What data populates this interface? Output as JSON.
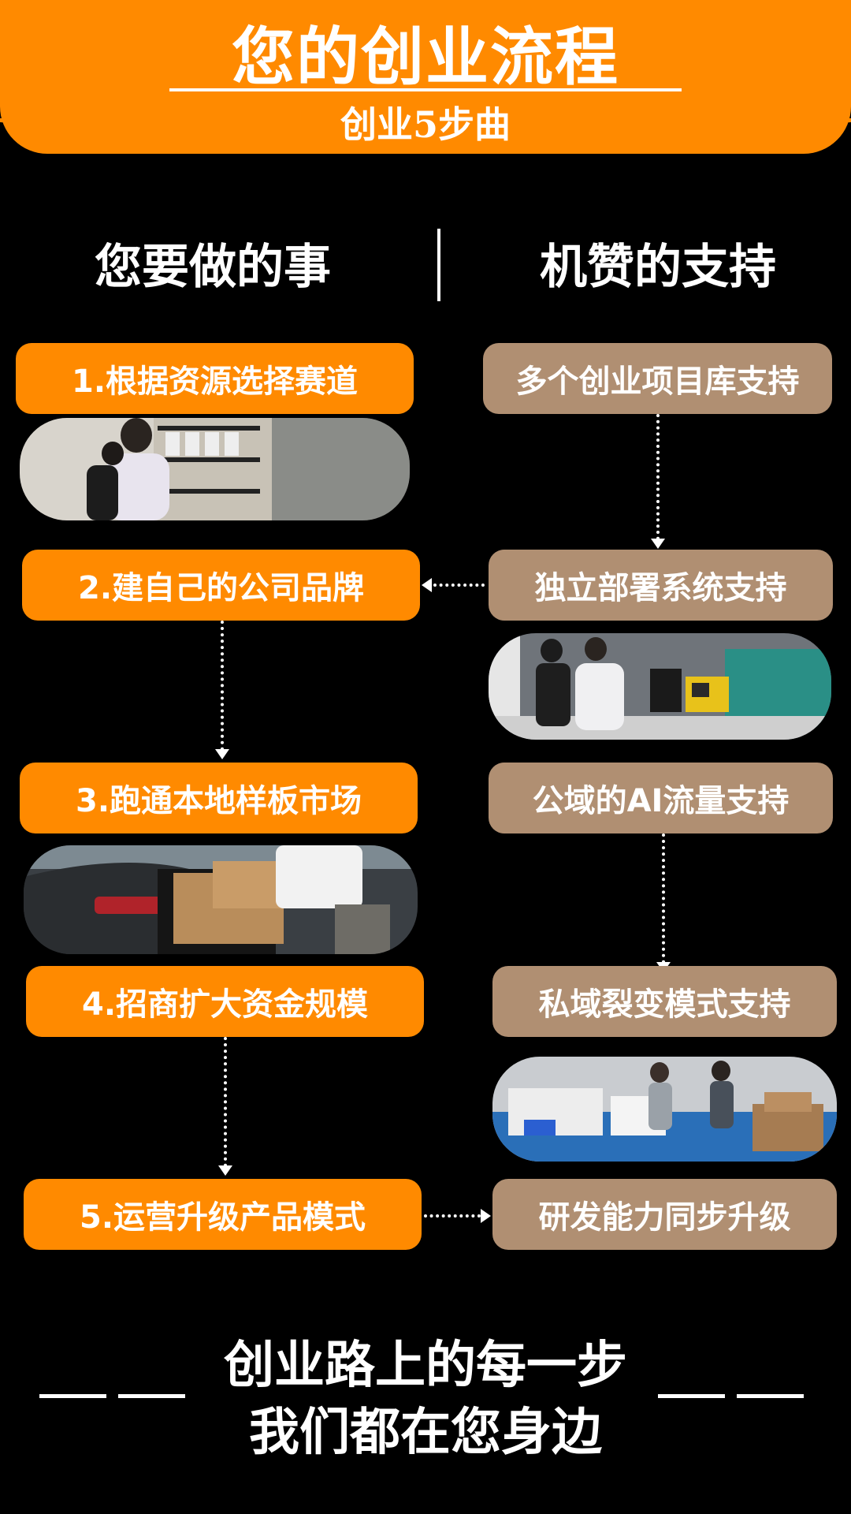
{
  "header": {
    "title": "您的创业流程",
    "subtitle": "创业5步曲"
  },
  "columns": {
    "left_heading": "您要做的事",
    "right_heading": "机赞的支持"
  },
  "steps": [
    {
      "label": "1.根据资源选择赛道"
    },
    {
      "label": "2.建自己的公司品牌"
    },
    {
      "label": "3.跑通本地样板市场"
    },
    {
      "label": "4.招商扩大资金规模"
    },
    {
      "label": "5.运营升级产品模式"
    }
  ],
  "supports": [
    {
      "label": "多个创业项目库支持"
    },
    {
      "label": "独立部署系统支持"
    },
    {
      "label": "公域的AI流量支持"
    },
    {
      "label": "私域裂变模式支持"
    },
    {
      "label": "研发能力同步升级"
    }
  ],
  "footer": {
    "line1": "创业路上的每一步",
    "line2": "我们都在您身边"
  },
  "colors": {
    "accent_orange": "#ff8a00",
    "support_tan": "#b08f72",
    "background": "#000000"
  }
}
